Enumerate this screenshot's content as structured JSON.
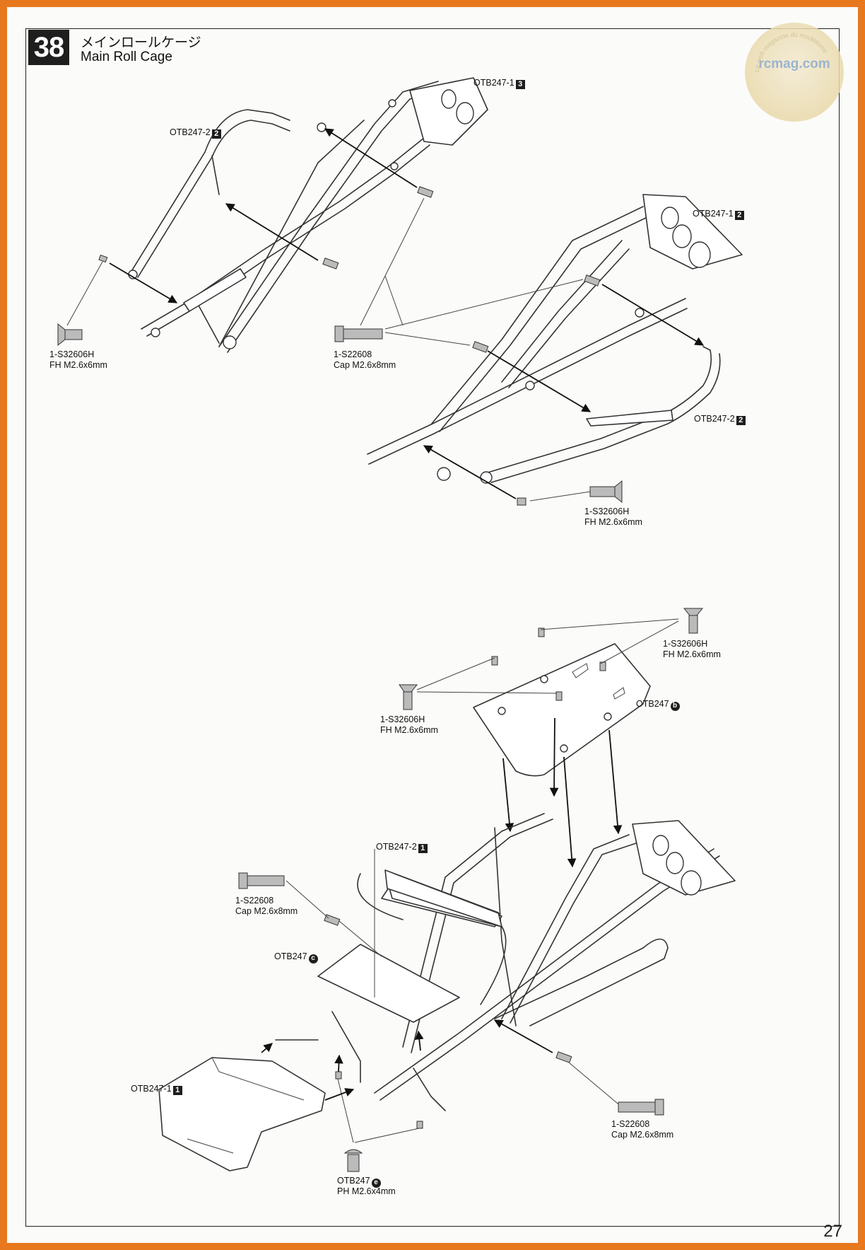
{
  "step": {
    "number": "38",
    "title_jp": "メインロールケージ",
    "title_en": "Main Roll Cage"
  },
  "watermark": {
    "text": "rcmag.com",
    "arc_text": "Le web magazine du modélisme"
  },
  "page_number": "27",
  "diagram1": {
    "parts": [
      {
        "code": "OTB247-1",
        "tag": "3"
      },
      {
        "code": "OTB247-2",
        "tag": "2"
      }
    ],
    "screws": [
      {
        "code": "1-S32606H",
        "desc": "FH M2.6x6mm"
      },
      {
        "code": "1-S22608",
        "desc": "Cap M2.6x8mm"
      }
    ]
  },
  "diagram2": {
    "parts": [
      {
        "code": "OTB247-1",
        "tag": "2"
      },
      {
        "code": "OTB247-2",
        "tag": "2"
      }
    ],
    "screws": [
      {
        "code": "1-S32606H",
        "desc": "FH M2.6x6mm"
      }
    ]
  },
  "diagram3": {
    "parts": [
      {
        "code": "OTB247",
        "tag": "b"
      },
      {
        "code": "OTB247-2",
        "tag": "1"
      },
      {
        "code": "OTB247",
        "tag": "c"
      },
      {
        "code": "OTB247-1",
        "tag": "1"
      },
      {
        "code": "OTB247",
        "tag": "e"
      }
    ],
    "screws": [
      {
        "code": "1-S32606H",
        "desc": "FH M2.6x6mm"
      },
      {
        "code": "1-S32606H",
        "desc": "FH M2.6x6mm"
      },
      {
        "code": "1-S22608",
        "desc": "Cap M2.6x8mm"
      },
      {
        "code": "1-S22608",
        "desc": "Cap M2.6x8mm"
      },
      {
        "desc": "PH M2.6x4mm"
      }
    ]
  },
  "colors": {
    "border": "#e8781e",
    "paper": "#fbfbf9",
    "ink": "#1e1e1e"
  }
}
